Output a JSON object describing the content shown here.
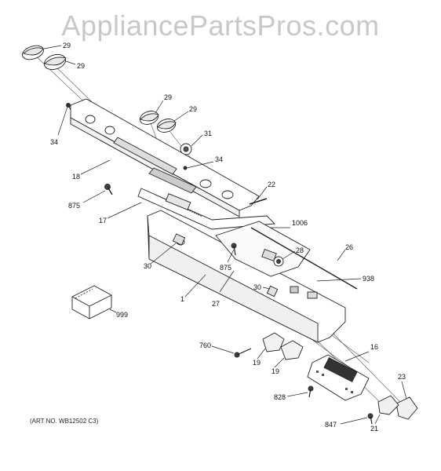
{
  "watermark": "AppliancePartsPros.com",
  "art_number": "(ART NO. WB12502 C3)",
  "callouts": [
    {
      "id": "c-29a",
      "label": "29"
    },
    {
      "id": "c-29b",
      "label": "29"
    },
    {
      "id": "c-34a",
      "label": "34"
    },
    {
      "id": "c-29c",
      "label": "29"
    },
    {
      "id": "c-29d",
      "label": "29"
    },
    {
      "id": "c-31",
      "label": "31"
    },
    {
      "id": "c-18",
      "label": "18"
    },
    {
      "id": "c-34b",
      "label": "34"
    },
    {
      "id": "c-22",
      "label": "22"
    },
    {
      "id": "c-875a",
      "label": "875"
    },
    {
      "id": "c-17",
      "label": "17"
    },
    {
      "id": "c-1006",
      "label": "1006"
    },
    {
      "id": "c-26",
      "label": "26"
    },
    {
      "id": "c-28",
      "label": "28"
    },
    {
      "id": "c-30a",
      "label": "30"
    },
    {
      "id": "c-875b",
      "label": "875"
    },
    {
      "id": "c-938",
      "label": "938"
    },
    {
      "id": "c-30b",
      "label": "30"
    },
    {
      "id": "c-1",
      "label": "1"
    },
    {
      "id": "c-27",
      "label": "27"
    },
    {
      "id": "c-999",
      "label": "999"
    },
    {
      "id": "c-760",
      "label": "760"
    },
    {
      "id": "c-16",
      "label": "16"
    },
    {
      "id": "c-19a",
      "label": "19"
    },
    {
      "id": "c-19b",
      "label": "19"
    },
    {
      "id": "c-23",
      "label": "23"
    },
    {
      "id": "c-828",
      "label": "828"
    },
    {
      "id": "c-847",
      "label": "847"
    },
    {
      "id": "c-21",
      "label": "21"
    }
  ]
}
